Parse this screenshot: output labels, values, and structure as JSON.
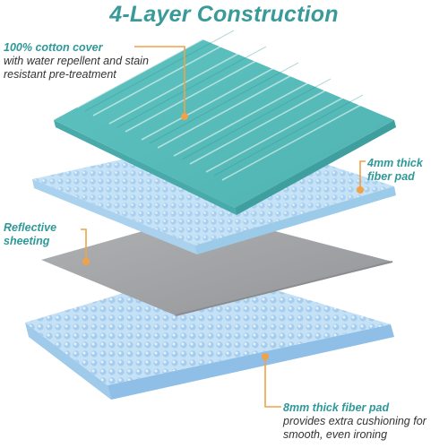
{
  "title": "4-Layer Construction",
  "colors": {
    "title": "#3a9a9a",
    "callout": "#f0a24a",
    "cover": "#5cbfbd",
    "fiber_pad": "#bfdff6",
    "reflective": "#a3a5a7"
  },
  "layers": [
    {
      "id": "cover",
      "title": "100% cotton cover",
      "description": "with water repellent and stain resistant pre-treatment"
    },
    {
      "id": "fiber-4mm",
      "title": "4mm thick fiber pad",
      "description": ""
    },
    {
      "id": "reflective",
      "title": "Reflective sheeting",
      "description": ""
    },
    {
      "id": "fiber-8mm",
      "title": "8mm thick fiber pad",
      "description": "provides extra cushioning for smooth, even ironing"
    }
  ]
}
